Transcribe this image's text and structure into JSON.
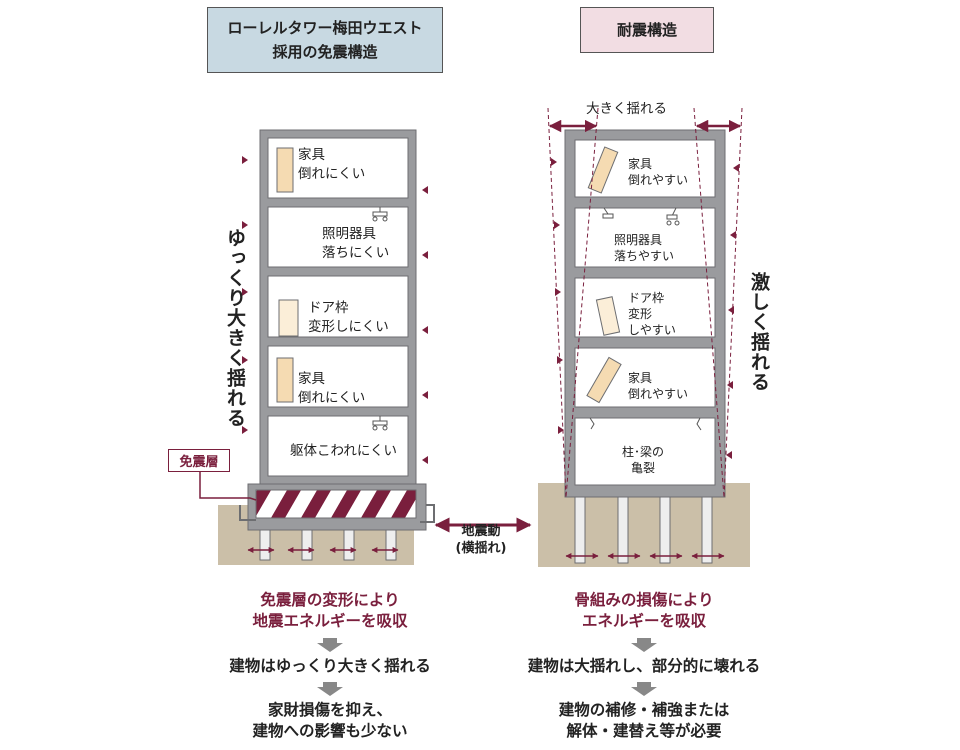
{
  "titles": {
    "left_line1": "ローレルタワー梅田ウエスト",
    "left_line2": "採用の免震構造",
    "right": "耐震構造"
  },
  "left_building": {
    "floors": [
      {
        "line1": "家具",
        "line2": "倒れにくい"
      },
      {
        "line1": "照明器具",
        "line2": "落ちにくい"
      },
      {
        "line1": "ドア枠",
        "line2": "変形しにくい"
      },
      {
        "line1": "家具",
        "line2": "倒れにくい"
      },
      {
        "line1": "躯体こわれにくい",
        "line2": ""
      }
    ],
    "side_text": "ゆっくり大きく揺れる",
    "isolation_label": "免震層"
  },
  "right_building": {
    "top_label": "大きく揺れる",
    "side_text": "激しく揺れる",
    "floors": [
      {
        "lines": [
          "家具",
          "倒れやすい"
        ]
      },
      {
        "lines": [
          "照明器具",
          "落ちやすい"
        ]
      },
      {
        "lines": [
          "ドア枠",
          "変形",
          "しやすい"
        ]
      },
      {
        "lines": [
          "家具",
          "倒れやすい"
        ]
      },
      {
        "lines": [
          "柱･梁の",
          "亀裂"
        ]
      }
    ]
  },
  "ground_motion": {
    "line1": "地震動",
    "line2": "(横揺れ)"
  },
  "left_flow": {
    "result_line1": "免震層の変形により",
    "result_line2": "地震エネルギーを吸収",
    "step2": "建物はゆっくり大きく揺れる",
    "step3_line1": "家財損傷を抑え、",
    "step3_line2": "建物への影響も少ない"
  },
  "right_flow": {
    "result_line1": "骨組みの損傷により",
    "result_line2": "エネルギーを吸収",
    "step2": "建物は大揺れし、部分的に壊れる",
    "step3_line1": "建物の補修・補強または",
    "step3_line2": "解体・建替え等が必要"
  },
  "colors": {
    "accent": "#7a1f3d",
    "frame": "#9a9b9e",
    "frame_dark": "#6d6e71",
    "ground": "#cbbfa8",
    "title_left_bg": "#c8d9e2",
    "title_right_bg": "#f2dde3",
    "furniture": "#f5dbb2",
    "arrow_gray": "#888888"
  }
}
